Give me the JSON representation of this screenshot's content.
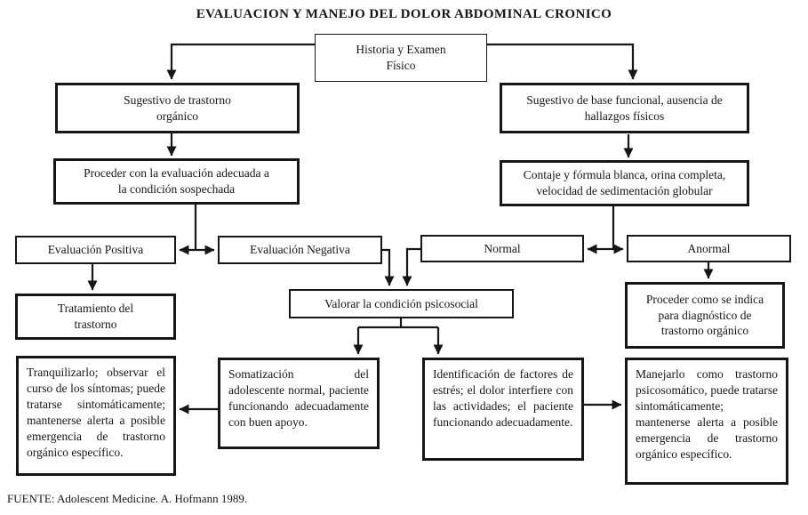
{
  "page": {
    "title": "EVALUACION Y MANEJO DEL DOLOR ABDOMINAL CRONICO",
    "source_note": "FUENTE: Adolescent Medicine. A. Hofmann 1989."
  },
  "colors": {
    "paper": "#ffffff",
    "ink": "#161616"
  },
  "nodes": {
    "historia": {
      "label": "Historia y Examen\nFísico"
    },
    "sugestivo_organico": {
      "label": "Sugestivo de trastorno\norgánico"
    },
    "sugestivo_funcional": {
      "label": "Sugestivo de base funcional, ausencia de\nhallazgos físicos"
    },
    "proceder_evaluacion": {
      "label": "Proceder con la evaluación adecuada a\nla condición sospechada"
    },
    "contaje": {
      "label": "Contaje y fórmula blanca, orina completa,\nvelocidad de sedimentación globular"
    },
    "eval_positiva": {
      "label": "Evaluación Positiva"
    },
    "eval_negativa": {
      "label": "Evaluación Negativa"
    },
    "normal": {
      "label": "Normal"
    },
    "anormal": {
      "label": "Anormal"
    },
    "tratamiento": {
      "label": "Tratamiento del\ntrastorno"
    },
    "valorar": {
      "label": "Valorar la condición psicosocial"
    },
    "proceder_diagnostico": {
      "label": "Proceder como se indica\npara diagnóstico de\ntrastorno orgánico"
    },
    "tranquilizarlo": {
      "label": "Tranquilizarlo; observar el curso de los síntomas; puede tratarse sintomáticamente; mantenerse alerta a posible emergencia de trastorno orgánico específico."
    },
    "somatizacion": {
      "label": "Somatización del adolescente normal, paciente funcionando adecuadamente con buen apoyo."
    },
    "identificacion": {
      "label": "Identificación de factores de estrés; el dolor interfiere con las actividades; el paciente funcionando adecuadamente."
    },
    "manejarlo": {
      "label": "Manejarlo como trastorno psicosomático, puede tratarse sintomáticamente; mantenerse alerta a posible emergencia de trastorno orgánico específico."
    }
  },
  "diagram": {
    "type": "flowchart",
    "edges": [
      {
        "from": "historia",
        "to": "sugestivo_organico"
      },
      {
        "from": "historia",
        "to": "sugestivo_funcional"
      },
      {
        "from": "sugestivo_organico",
        "to": "proceder_evaluacion"
      },
      {
        "from": "sugestivo_funcional",
        "to": "contaje"
      },
      {
        "from": "proceder_evaluacion",
        "to": "eval_positiva"
      },
      {
        "from": "proceder_evaluacion",
        "to": "eval_negativa"
      },
      {
        "from": "contaje",
        "to": "normal"
      },
      {
        "from": "contaje",
        "to": "anormal"
      },
      {
        "from": "eval_positiva",
        "to": "tratamiento"
      },
      {
        "from": "eval_negativa",
        "to": "valorar"
      },
      {
        "from": "normal",
        "to": "valorar"
      },
      {
        "from": "anormal",
        "to": "proceder_diagnostico"
      },
      {
        "from": "valorar",
        "to": "somatizacion"
      },
      {
        "from": "valorar",
        "to": "identificacion"
      },
      {
        "from": "somatizacion",
        "to": "tranquilizarlo"
      },
      {
        "from": "identificacion",
        "to": "manejarlo"
      }
    ]
  }
}
